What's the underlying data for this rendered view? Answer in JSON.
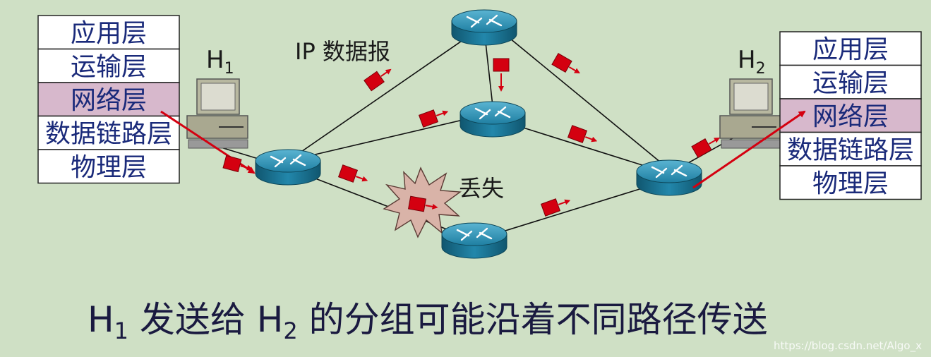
{
  "left_stack": {
    "layers": [
      "应用层",
      "运输层",
      "网络层",
      "数据链路层",
      "物理层"
    ],
    "highlight_index": 2
  },
  "right_stack": {
    "layers": [
      "应用层",
      "运输层",
      "网络层",
      "数据链路层",
      "物理层"
    ],
    "highlight_index": 2
  },
  "hosts": {
    "h1": {
      "letter": "H",
      "sub": "1"
    },
    "h2": {
      "letter": "H",
      "sub": "2"
    }
  },
  "labels": {
    "ip_datagram": "IP 数据报",
    "lost": "丢失"
  },
  "caption": {
    "h1_letter": "H",
    "h1_sub": "1",
    "part1": " 发送给 ",
    "h2_letter": "H",
    "h2_sub": "2",
    "part2": " 的分组可能沿着不同路径传送"
  },
  "watermark": "https://blog.csdn.net/Algo_x",
  "colors": {
    "background": "#cfe0c5",
    "layer_fill": "#ffffff",
    "layer_highlight": "#d7b8cc",
    "layer_text": "#1a2a7a",
    "packet": "#d40010",
    "router_top": "#2a8fb0",
    "router_side": "#1b6f8e",
    "link": "#111111",
    "explosion": "#d9b3a8"
  }
}
